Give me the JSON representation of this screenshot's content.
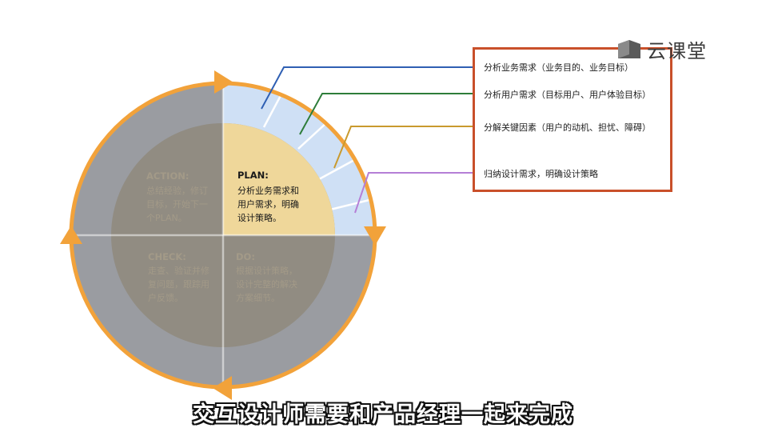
{
  "logo": {
    "text": "云课堂"
  },
  "quadrants": {
    "plan": {
      "title": "PLAN:",
      "lines": [
        "分析业务需求和",
        "用户需求，明确",
        "设计策略。"
      ]
    },
    "action": {
      "title": "ACTION:",
      "lines": [
        "总结经验，修订",
        "目标，开始下一",
        "个PLAN。"
      ]
    },
    "check": {
      "title": "CHECK:",
      "lines": [
        "走查、验证并修",
        "复问题，跟踪用",
        "户反馈。"
      ]
    },
    "do": {
      "title": "DO:",
      "lines": [
        "根据设计策略，",
        "设计完整的解决",
        "方案细节。"
      ]
    }
  },
  "notes": [
    {
      "text": "分析业务需求（业务目的、业务目标）",
      "color": "#2f5fb3"
    },
    {
      "text": "分析用户需求（目标用户、用户体验目标）",
      "color": "#2e7d3a"
    },
    {
      "text": "分解关键因素（用户的动机、担忧、障碍）",
      "color": "#c99a2e"
    },
    {
      "text": "归纳设计需求，明确设计策略",
      "color": "#b57fd6"
    }
  ],
  "subtitle": "交互设计师需要和产品经理一起来完成",
  "colors": {
    "ring_orange": "#f2a23a",
    "outer_gray": "#9a9ca1",
    "inner_gray": "#8f8a7c",
    "plan_fill": "#efd79a",
    "segment_fill": "#cfe0f5",
    "box_border": "#c9502a"
  }
}
